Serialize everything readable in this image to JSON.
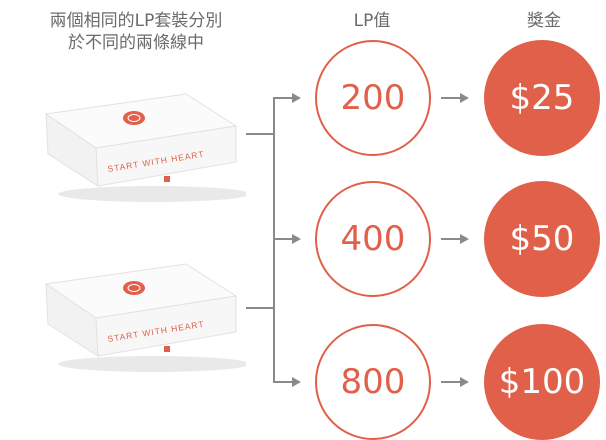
{
  "headers": {
    "boxes_line1": "兩個相同的LP套裝分別",
    "boxes_line2": "於不同的兩條線中",
    "lp_value": "LP值",
    "prize": "獎金"
  },
  "packs": [
    {
      "text": "START WITH HEART"
    },
    {
      "text": "START WITH HEART"
    }
  ],
  "rows": [
    {
      "lp": "200",
      "prize": "$25"
    },
    {
      "lp": "400",
      "prize": "$50"
    },
    {
      "lp": "800",
      "prize": "$100"
    }
  ],
  "colors": {
    "accent": "#e0604a",
    "connector": "#8a8a8a",
    "text": "#6b6b6b"
  },
  "icons": {
    "arrow": "arrow-right-icon",
    "logo": "heart-logo-icon"
  }
}
